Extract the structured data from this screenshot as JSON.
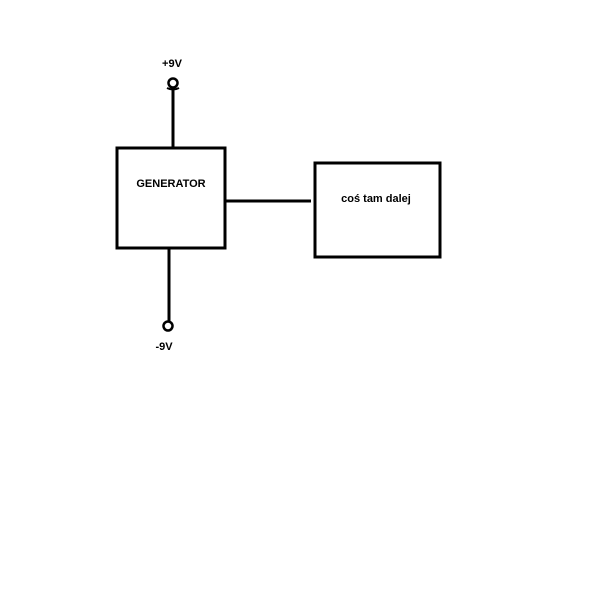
{
  "diagram": {
    "top_terminal": {
      "label": "+9V"
    },
    "bottom_terminal": {
      "label": "-9V"
    },
    "generator_block": {
      "label": "GENERATOR"
    },
    "output_block": {
      "label": "coś tam dalej"
    }
  }
}
